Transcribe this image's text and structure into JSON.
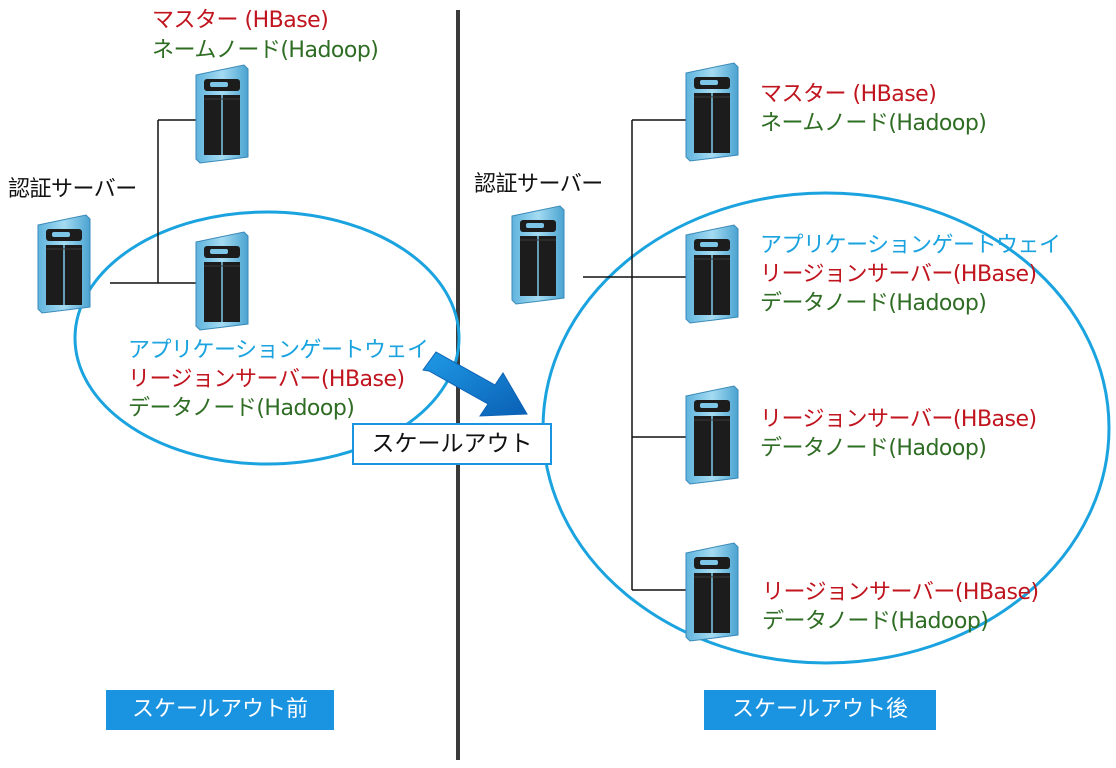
{
  "colors": {
    "red": "#c0141e",
    "green": "#2e6d23",
    "blue": "#1aa3df",
    "caption_bg": "#1a93e0",
    "server_body": "#7ec6e8",
    "server_dark": "#1c1c1c"
  },
  "before": {
    "caption": "スケールアウト前",
    "master_role_hbase": "マスター (HBase)",
    "master_role_hadoop": "ネームノード(Hadoop)",
    "auth_label": "認証サーバー",
    "node_role_gateway": "アプリケーションゲートウェイ",
    "node_role_region": "リージョンサーバー(HBase)",
    "node_role_data": "データノード(Hadoop)"
  },
  "transition_label": "スケールアウト",
  "after": {
    "caption": "スケールアウト後",
    "auth_label": "認証サーバー",
    "master_role_hbase": "マスター (HBase)",
    "master_role_hadoop": "ネームノード(Hadoop)",
    "node1_role_gateway": "アプリケーションゲートウェイ",
    "node1_role_region": "リージョンサーバー(HBase)",
    "node1_role_data": "データノード(Hadoop)",
    "node2_role_region": "リージョンサーバー(HBase)",
    "node2_role_data": "データノード(Hadoop)",
    "node3_role_region": "リージョンサーバー(HBase)",
    "node3_role_data": "データノード(Hadoop)"
  }
}
